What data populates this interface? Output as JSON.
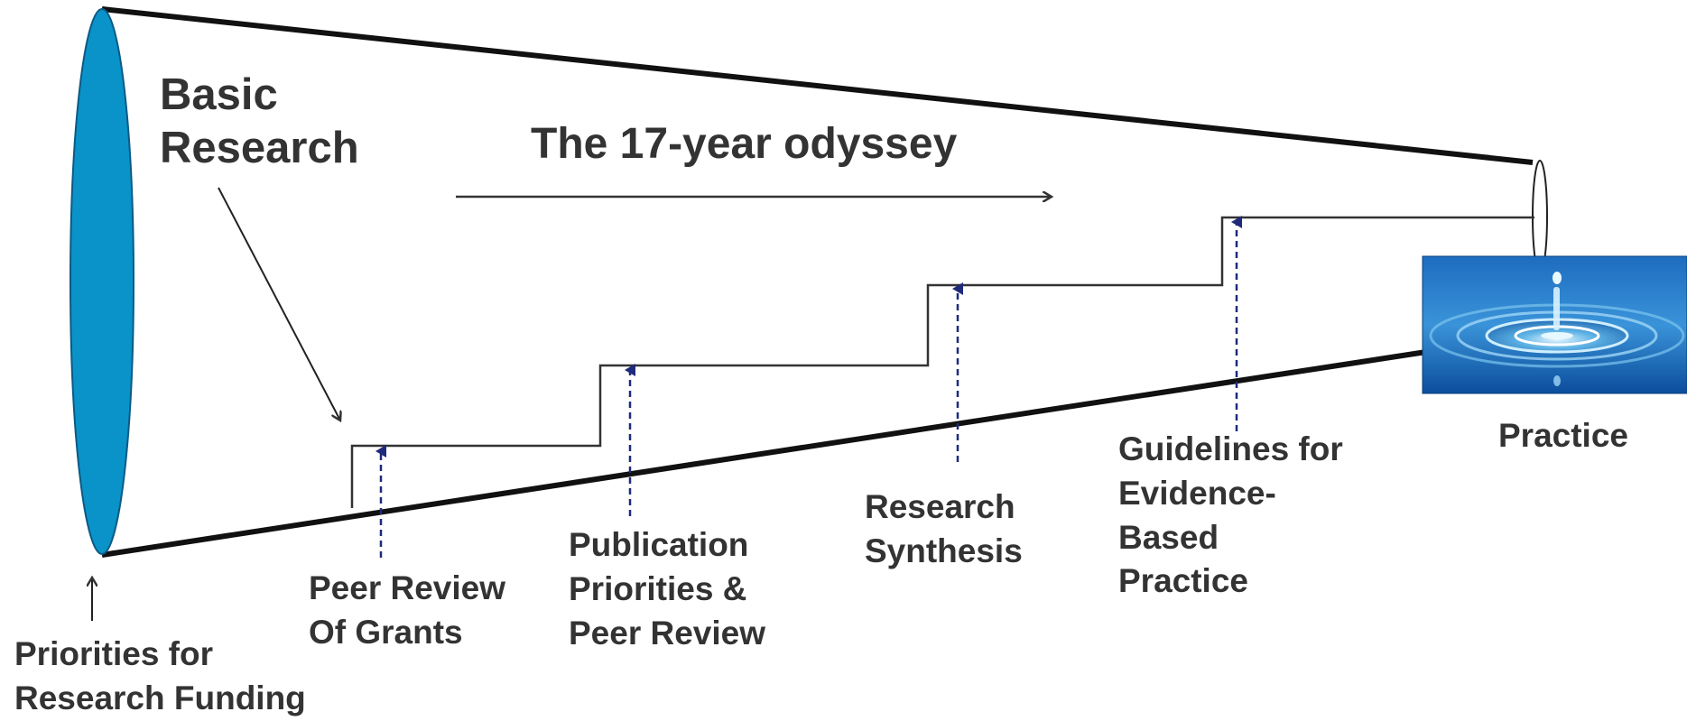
{
  "title": "The 17-year odyssey",
  "basic_research": [
    "Basic",
    "Research"
  ],
  "practice_label": "Practice",
  "stages": [
    {
      "lines": [
        "Priorities for",
        "Research Funding"
      ]
    },
    {
      "lines": [
        "Peer Review",
        "Of Grants"
      ]
    },
    {
      "lines": [
        "Publication",
        "Priorities &",
        "Peer Review"
      ]
    },
    {
      "lines": [
        "Research",
        "Synthesis"
      ]
    },
    {
      "lines": [
        "Guidelines for",
        "Evidence-",
        "Based",
        "Practice"
      ]
    }
  ],
  "colors": {
    "ellipse_fill": "#0a93c9",
    "dashed_arrow": "#1f2a7a",
    "text": "#333333",
    "water_dark": "#0b4fa0",
    "water_light": "#bfe3f7"
  },
  "icons": {
    "funnel": "funnel-outline",
    "water": "water-droplet-ripple-image"
  }
}
